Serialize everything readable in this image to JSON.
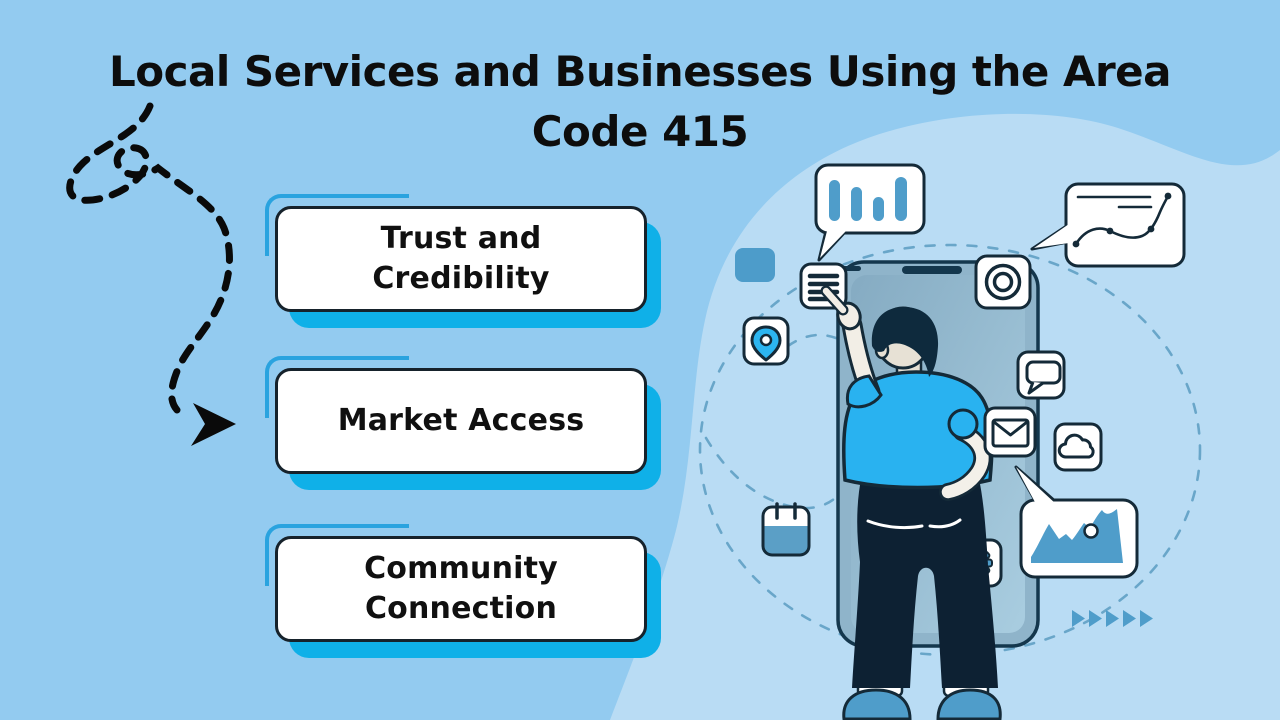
{
  "title": {
    "line1": "Local Services and Businesses Using the Area",
    "line2": "Code 415"
  },
  "feature_boxes": [
    {
      "label": "Trust and Credibility"
    },
    {
      "label": "Market Access"
    },
    {
      "label": "Community Connection"
    }
  ],
  "illustration": {
    "description": "Person seen from behind tapping a giant smartphone surrounded by floating app icons and chart speech bubbles",
    "icons": [
      "bar-chart-bubble-icon",
      "line-chart-bubble-icon",
      "area-chart-bubble-icon",
      "menu-list-icon",
      "location-pin-icon",
      "camera-lens-icon",
      "chat-bubble-icon",
      "mail-icon",
      "cloud-icon",
      "gear-icon",
      "calendar-icon",
      "forward-triangles-icon",
      "dashed-path-arrow-icon"
    ]
  },
  "colors": {
    "background": "#93cbf0",
    "background_blob": "#b9dcf4",
    "box_shadow": "#0fb0e8",
    "box_offset_outline": "#2aa3df",
    "box_border": "#16222b",
    "accent_blue": "#4f9dca",
    "bright_blue": "#29b2f0",
    "phone_screen": "#8fb4ca",
    "dark_ink": "#142a38",
    "text": "#0d0d0d"
  }
}
